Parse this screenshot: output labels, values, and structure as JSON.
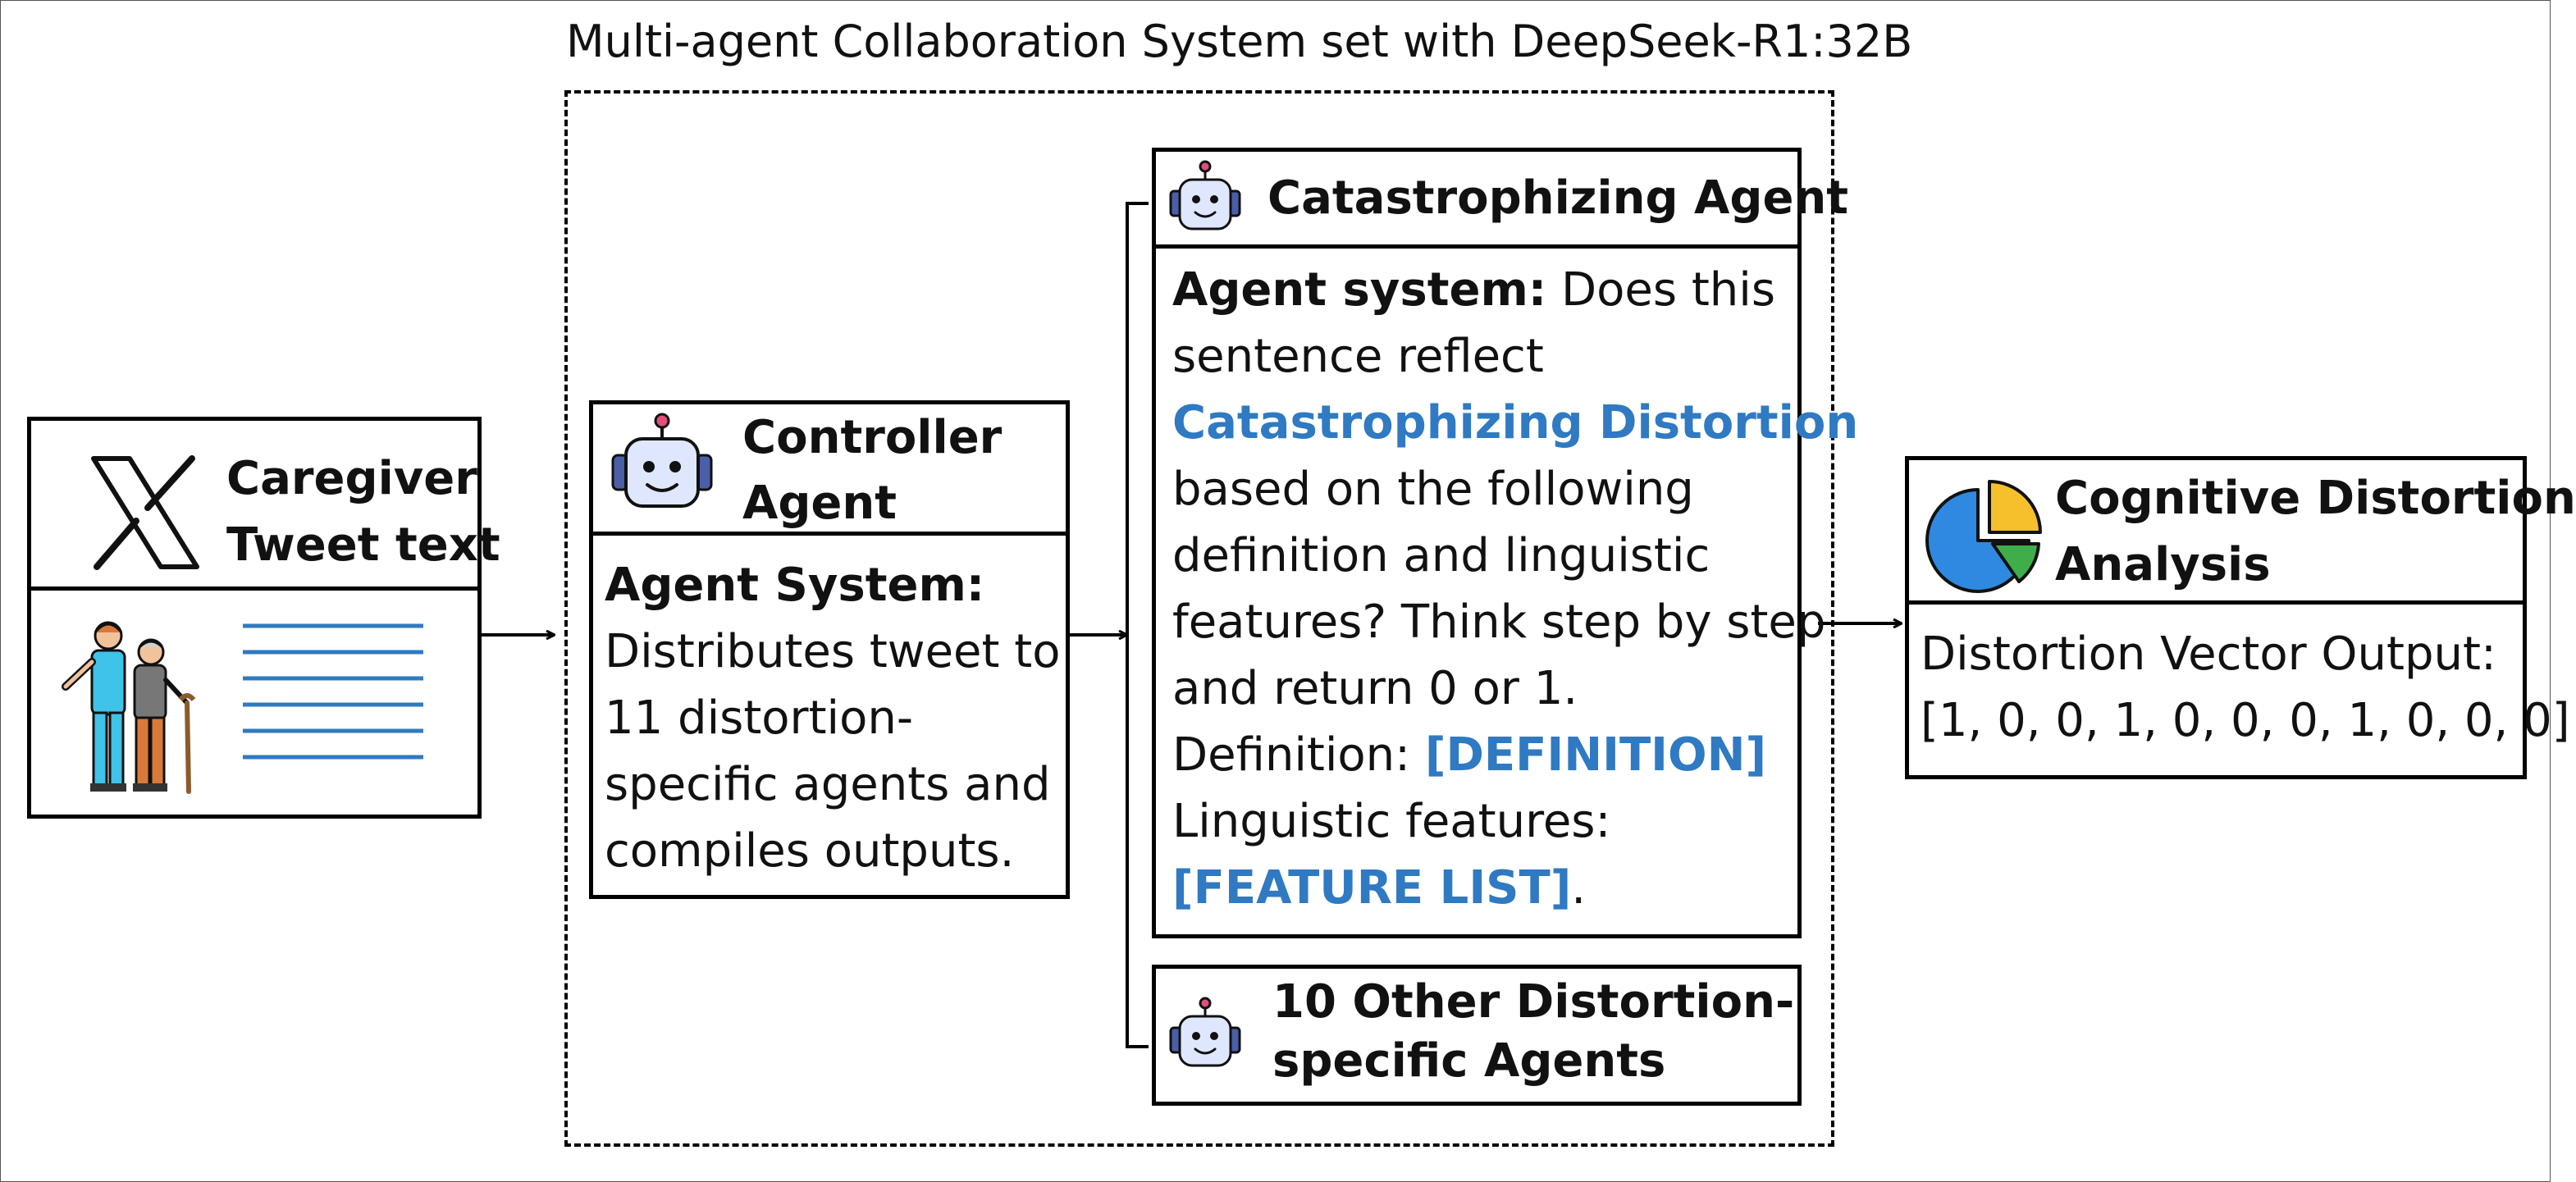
{
  "system": {
    "title": "Multi-agent Collaboration System set with DeepSeek-R1:32B"
  },
  "input": {
    "title_line1": "Caregiver",
    "title_line2": "Tweet text"
  },
  "controller": {
    "title_line1": "Controller",
    "title_line2": "Agent",
    "label": "Agent System:",
    "lines": [
      "Distributes tweet to",
      "11 distortion-",
      "specific agents and",
      "compiles outputs."
    ]
  },
  "catastrophizing": {
    "title": "Catastrophizing Agent",
    "label": "Agent system:",
    "line1_rest": " Does this",
    "line2": "sentence reflect",
    "line3": "Catastrophizing Distortion",
    "line4": "based on the following",
    "line5": "definition and linguistic",
    "line6": "features? Think step by step",
    "line7": "and return 0 or 1.",
    "def_label": "Definition: ",
    "def_value": "[DEFINITION]",
    "feat_label": "Linguistic features:",
    "feat_value": "[FEATURE LIST]",
    "feat_end": "."
  },
  "others": {
    "title_line1": "10 Other Distortion-",
    "title_line2": "specific Agents"
  },
  "output": {
    "title_line1": "Cognitive Distortion",
    "title_line2": "Analysis",
    "label": "Distortion Vector Output:",
    "vector": "[1, 0, 0, 1, 0, 0, 0, 1, 0, 0, 0]"
  },
  "colors": {
    "accent_blue": "#2f7ac2",
    "pie_blue": "#2f89e0",
    "pie_yellow": "#f6c02c",
    "pie_green": "#3fae4a",
    "person_blue": "#3fc3e8",
    "person_orange": "#d97a3a"
  }
}
